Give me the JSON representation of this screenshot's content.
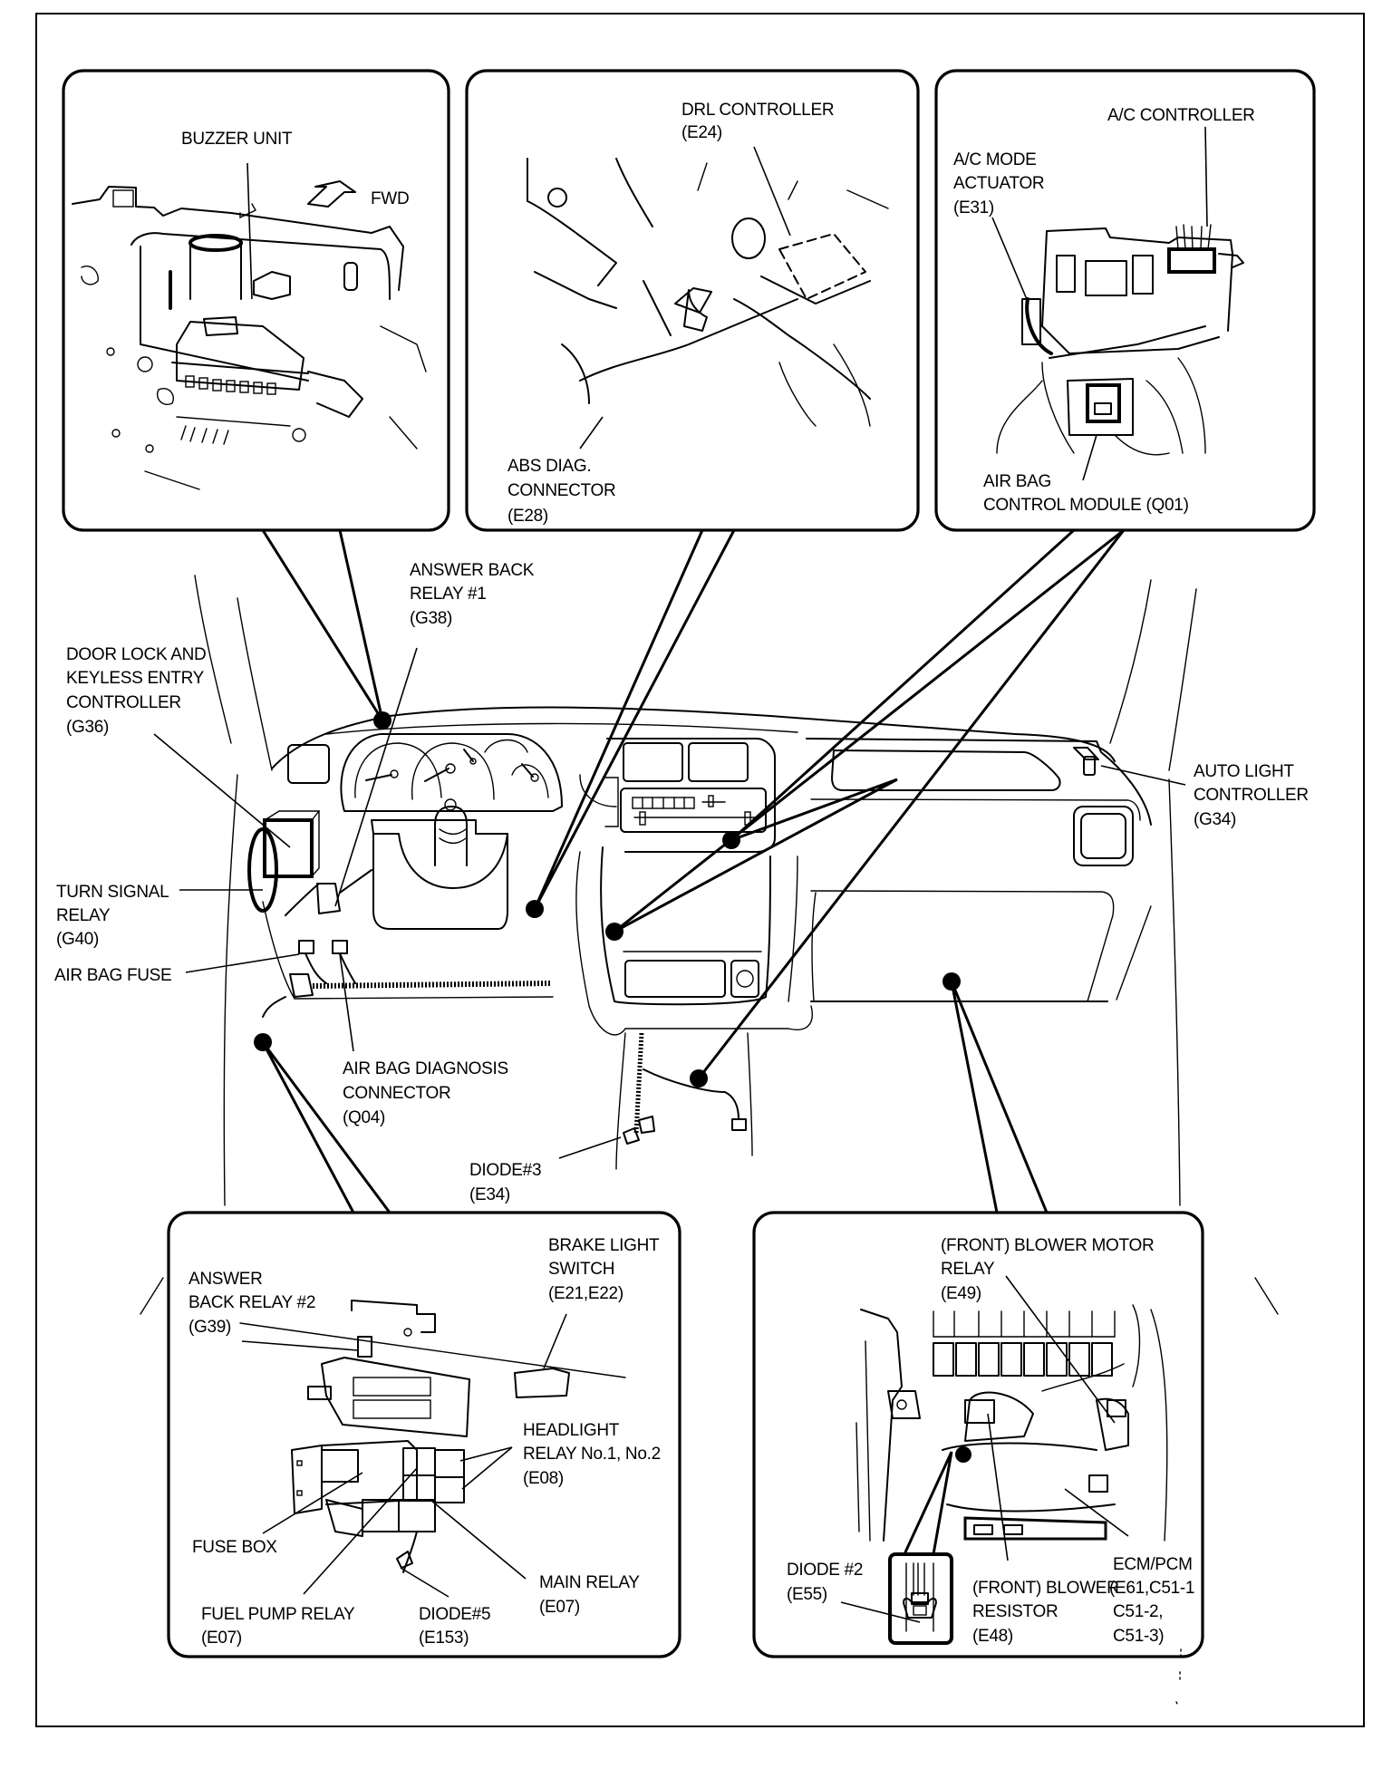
{
  "diagram": {
    "title": "Dashboard electrical component locations",
    "direction_indicator": "FWD",
    "panels": {
      "top_left": {
        "labels": [
          "BUZZER UNIT"
        ]
      },
      "top_center": {
        "labels": [
          [
            "DRL CONTROLLER",
            "(E24)"
          ],
          [
            "ABS DIAG.",
            "CONNECTOR",
            "(E28)"
          ]
        ]
      },
      "top_right": {
        "labels": [
          [
            "A/C CONTROLLER"
          ],
          [
            "A/C MODE",
            "ACTUATOR",
            "(E31)"
          ],
          [
            "AIR BAG",
            "CONTROL MODULE (Q01)"
          ]
        ]
      },
      "bottom_left": {
        "labels": [
          [
            "ANSWER",
            "BACK RELAY #2",
            "(G39)"
          ],
          [
            "BRAKE LIGHT",
            "SWITCH",
            "(E21,E22)"
          ],
          [
            "HEADLIGHT",
            "RELAY No.1, No.2",
            "(E08)"
          ],
          [
            "FUSE BOX"
          ],
          [
            "MAIN RELAY",
            "(E07)"
          ],
          [
            "FUEL PUMP RELAY",
            "(E07)"
          ],
          [
            "DIODE#5",
            "(E153)"
          ]
        ]
      },
      "bottom_right": {
        "labels": [
          [
            "(FRONT) BLOWER MOTOR",
            "RELAY",
            "(E49)"
          ],
          [
            "DIODE #2",
            "(E55)"
          ],
          [
            "(FRONT) BLOWER",
            "RESISTOR",
            "(E48)"
          ],
          [
            "ECM/PCM",
            "(E61,C51-1",
            "C51-2,",
            "C51-3)"
          ]
        ]
      }
    },
    "main_view": {
      "labels": [
        [
          "ANSWER BACK",
          "RELAY #1",
          "(G38)"
        ],
        [
          "DOOR LOCK AND",
          "KEYLESS ENTRY",
          "CONTROLLER",
          "(G36)"
        ],
        [
          "AUTO LIGHT",
          "CONTROLLER",
          "(G34)"
        ],
        [
          "TURN SIGNAL",
          "RELAY",
          "(G40)"
        ],
        [
          "AIR BAG FUSE"
        ],
        [
          "AIR BAG DIAGNOSIS",
          "CONNECTOR",
          "(Q04)"
        ],
        [
          "DIODE#3",
          "(E34)"
        ]
      ]
    }
  }
}
